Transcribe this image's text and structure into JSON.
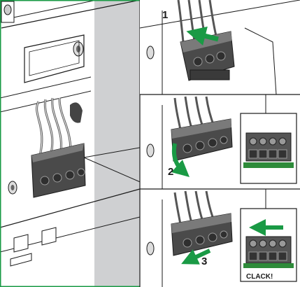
{
  "colors": {
    "line": "#1a1a1a",
    "panel_grey": "#cfd0d2",
    "connector": "#4a4a4a",
    "connector_light": "#7a7a7a",
    "arrow": "#1a9a45",
    "frame": "#1a9a45",
    "green_base": "#2e8b3a"
  },
  "steps": [
    {
      "number": "1",
      "action": "plug-in"
    },
    {
      "number": "2",
      "action": "rotate-down"
    },
    {
      "number": "3",
      "action": "push-in"
    }
  ],
  "callout": {
    "sound_text": "CLACK!"
  }
}
